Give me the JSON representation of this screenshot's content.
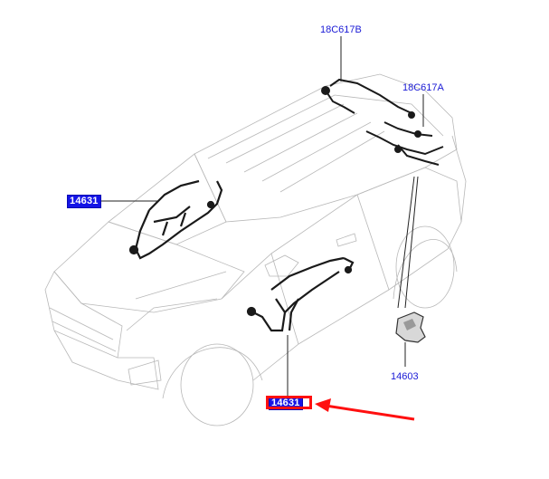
{
  "diagram": {
    "title": "Wiring harness exploded view",
    "callouts": [
      {
        "id": "label-18c617b",
        "text": "18C617B",
        "style": "plain"
      },
      {
        "id": "label-18c617a",
        "text": "18C617A",
        "style": "plain"
      },
      {
        "id": "label-14631-upper",
        "text": "14631",
        "style": "highlighted"
      },
      {
        "id": "label-14631-lower",
        "text": "14631",
        "style": "highlighted-selected"
      },
      {
        "id": "label-14603",
        "text": "14603",
        "style": "plain"
      }
    ],
    "colors": {
      "callout_text": "#1a1ad6",
      "callout_highlight_bg": "#1414e6",
      "selection_box": "#ff1010",
      "arrow": "#ff1010",
      "vehicle_outline": "#b8b8b8",
      "harness": "#1a1a1a",
      "leader_line": "#222222"
    }
  }
}
